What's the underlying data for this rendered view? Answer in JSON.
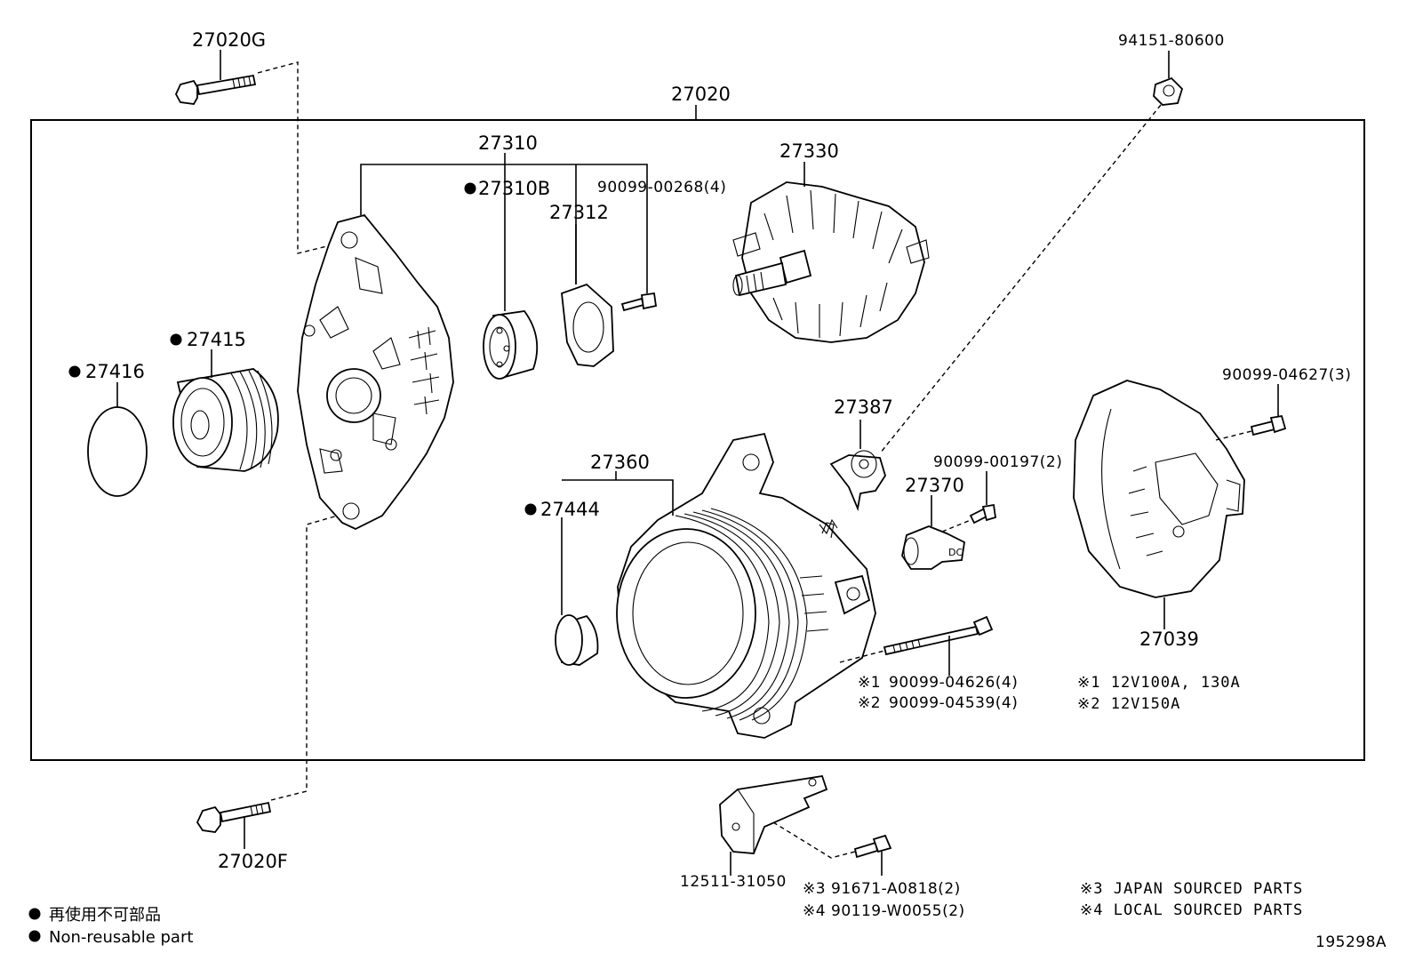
{
  "diagram_id": "195298A",
  "parts": {
    "p27020G": "27020G",
    "p27020": "27020",
    "p94151": "94151-80600",
    "p27310": "27310",
    "p27310B": "27310B",
    "p27312": "27312",
    "p90099_00268": "90099-00268(4)",
    "p27330": "27330",
    "p27415": "27415",
    "p27416": "27416",
    "p27387": "27387",
    "p90099_04627": "90099-04627(3)",
    "p27360": "27360",
    "p90099_00197": "90099-00197(2)",
    "p27370": "27370",
    "p27444": "27444",
    "p27039": "27039",
    "p90099_04626": "90099-04626(4)",
    "p90099_04539": "90099-04539(4)",
    "p27020F": "27020F",
    "p12511": "12511-31050",
    "p91671": "91671-A0818(2)",
    "p90119": "90119-W0055(2)"
  },
  "marks": {
    "ref1": "※1",
    "ref2": "※2",
    "ref3": "※3",
    "ref4": "※4"
  },
  "notes": {
    "n1": "※1 12V100A, 130A",
    "n2": "※2 12V150A",
    "n3": "※3 JAPAN SOURCED PARTS",
    "n4": "※4 LOCAL SOURCED PARTS"
  },
  "legend": {
    "jp": "再使用不可部品",
    "en": "Non-reusable part"
  }
}
